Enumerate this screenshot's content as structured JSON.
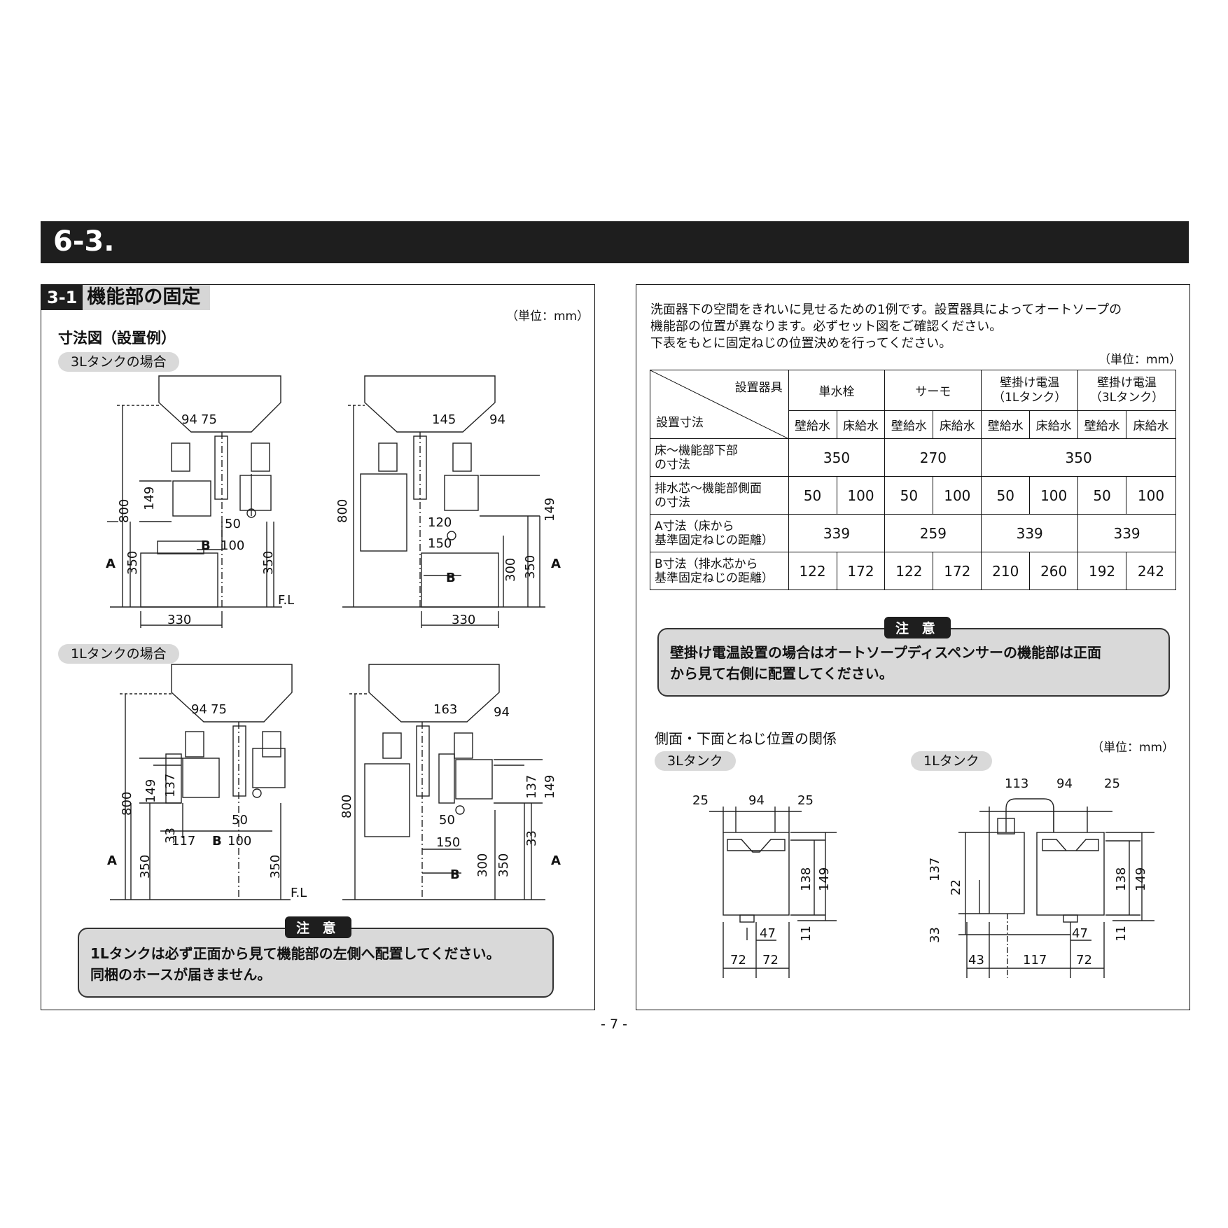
{
  "header": {
    "title": "6-3."
  },
  "left": {
    "section_num": "3-1",
    "section_title": "機能部の固定",
    "unit": "（単位：mm）",
    "subhead": "寸法図（設置例）",
    "pill_3l": "3Lタンクの場合",
    "pill_1l": "1Lタンクの場合",
    "dims_3l_a": {
      "d94": "94",
      "d75": "75",
      "d800": "800",
      "d149": "149",
      "d50": "50",
      "d100": "100",
      "dB": "B",
      "dA": "A",
      "d350a": "350",
      "d350b": "350",
      "fl": "F.L",
      "d330": "330"
    },
    "dims_3l_b": {
      "d145": "145",
      "d94": "94",
      "d800": "800",
      "d149": "149",
      "d120": "120",
      "d150": "150",
      "dB": "B",
      "d300": "300",
      "d350": "350",
      "dA": "A",
      "d330": "330"
    },
    "dims_1l_a": {
      "d94": "94",
      "d75": "75",
      "d800": "800",
      "d149": "149",
      "d137": "137",
      "d33": "33",
      "d50": "50",
      "d117": "117",
      "dB": "B",
      "d100": "100",
      "dA": "A",
      "d350a": "350",
      "d350b": "350",
      "fl": "F.L"
    },
    "dims_1l_b": {
      "d163": "163",
      "d94": "94",
      "d800": "800",
      "d50": "50",
      "d150": "150",
      "dB": "B",
      "d300": "300",
      "d350": "350",
      "d137": "137",
      "d149": "149",
      "d33": "33",
      "dA": "A"
    },
    "note_tag": "注 意",
    "note_line1": "1Lタンクは必ず正面から見て機能部の左側へ配置してください。",
    "note_line2": "同梱のホースが届きません。"
  },
  "right": {
    "intro_line1": "洗面器下の空間をきれいに見せるための1例です。設置器具によってオートソープの",
    "intro_line2": "機能部の位置が異なります。必ずセット図をご確認ください。",
    "intro_line3": "下表をもとに固定ねじの位置決めを行ってください。",
    "unit": "（単位：mm）",
    "table": {
      "corner_top": "設置器具",
      "corner_bottom": "設置寸法",
      "groups": [
        "単水栓",
        "サーモ",
        "壁掛け電温\n（1Lタンク）",
        "壁掛け電温\n（3Lタンク）"
      ],
      "subcols": [
        "壁給水",
        "床給水",
        "壁給水",
        "床給水",
        "壁給水",
        "床給水",
        "壁給水",
        "床給水"
      ],
      "row1": {
        "label": "床～機能部下部\nの寸法",
        "v1": "350",
        "v2": "270",
        "v3": "350"
      },
      "row2": {
        "label": "排水芯～機能部側面\nの寸法",
        "values": [
          "50",
          "100",
          "50",
          "100",
          "50",
          "100",
          "50",
          "100"
        ]
      },
      "row3": {
        "label": "A寸法（床から\n基準固定ねじの距離）",
        "values": [
          "339",
          "259",
          "339",
          "339"
        ]
      },
      "row4": {
        "label": "B寸法（排水芯から\n基準固定ねじの距離）",
        "values": [
          "122",
          "172",
          "122",
          "172",
          "210",
          "260",
          "192",
          "242"
        ]
      }
    },
    "note_tag": "注 意",
    "note_line1": "壁掛け電温設置の場合はオートソープディスペンサーの機能部は正面",
    "note_line2": "から見て右側に配置してください。",
    "side_title": "側面・下面とねじ位置の関係",
    "side_unit": "（単位：mm）",
    "pill_3l": "3Lタンク",
    "pill_1l": "1Lタンク",
    "side_3l": {
      "d25a": "25",
      "d94": "94",
      "d25b": "25",
      "d138": "138",
      "d149": "149",
      "d11": "11",
      "d47": "47",
      "d72a": "72",
      "d72b": "72"
    },
    "side_1l": {
      "d113": "113",
      "d94": "94",
      "d25": "25",
      "d137": "137",
      "d22": "22",
      "d33": "33",
      "d138": "138",
      "d149": "149",
      "d11": "11",
      "d47": "47",
      "d43": "43",
      "d117": "117",
      "d72": "72"
    }
  },
  "page_number": "- 7 -"
}
